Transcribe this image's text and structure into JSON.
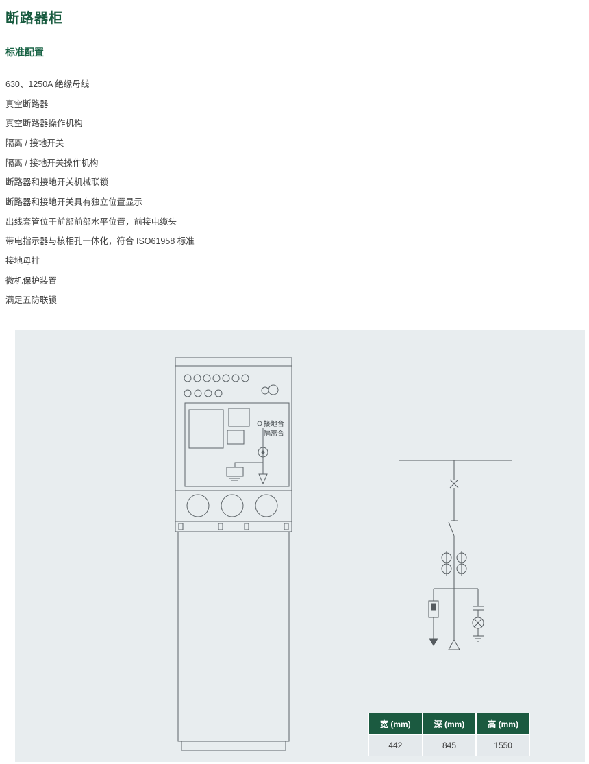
{
  "page": {
    "title": "断路器柜",
    "section_title": "标准配置"
  },
  "features": [
    "630、1250A 绝缘母线",
    "真空断路器",
    "真空断路器操作机构",
    "隔离 / 接地开关",
    "隔离 / 接地开关操作机构",
    "断路器和接地开关机械联锁",
    "断路器和接地开关具有独立位置显示",
    "出线套管位于前部前部水平位置，前接电缆头",
    "带电指示器与核相孔一体化，符合 ISO61958 标准",
    "接地母排",
    "微机保护装置",
    "满足五防联锁"
  ],
  "drawing": {
    "annotation_top": "接地合",
    "annotation_bottom": "隔离合"
  },
  "dimensions_table": {
    "headers": [
      "宽 (mm)",
      "深 (mm)",
      "高 (mm)"
    ],
    "values": [
      "442",
      "845",
      "1550"
    ]
  },
  "colors": {
    "accent_green": "#1b5a40",
    "title_green": "#175a3e",
    "panel_background": "#e8edef",
    "drawing_stroke": "#5d6468"
  }
}
